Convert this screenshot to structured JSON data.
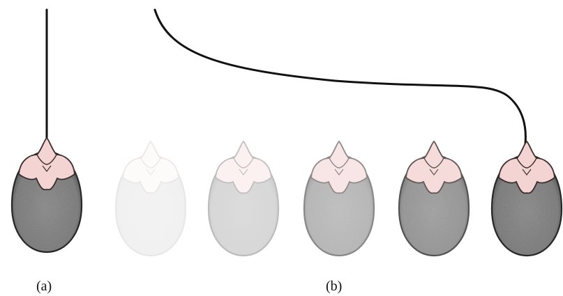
{
  "labels": {
    "a": "(a)",
    "b": "(b)"
  },
  "colors": {
    "connector": "#111111",
    "cap_fill": "#f4d3d3",
    "cap_edge": "#3a2d2d",
    "body_edge": "#2d2d2d",
    "body_fill": "#878787"
  },
  "fade_sequence": [
    0.1,
    0.3,
    0.55,
    0.8,
    1.0
  ]
}
